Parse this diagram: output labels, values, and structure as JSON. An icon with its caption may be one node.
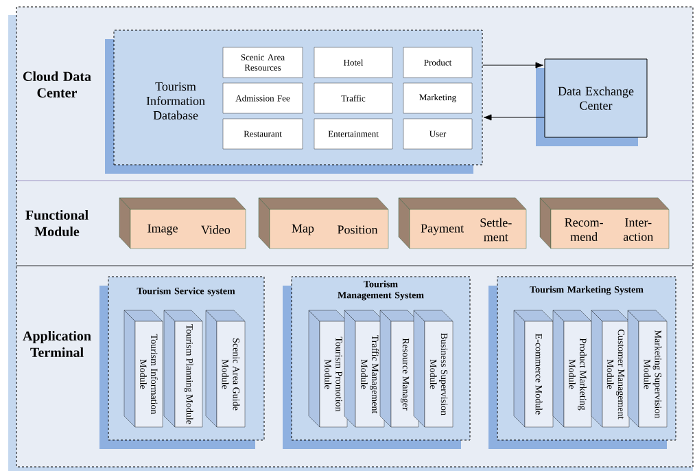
{
  "diagram": {
    "nodes": [
      {
        "text": [
          "Cloud Data Center"
        ]
      },
      {
        "text": [
          "Tourism Information Database"
        ],
        "in": 0
      },
      {
        "text": [
          "Scenic Area Resources"
        ],
        "in": 1
      },
      {
        "text": [
          "Hotel"
        ],
        "in": 1
      },
      {
        "text": [
          "Product"
        ],
        "in": 1
      },
      {
        "text": [
          "Admission Fee"
        ],
        "in": 1
      },
      {
        "text": [
          "Traffic"
        ],
        "in": 1
      },
      {
        "text": [
          "Marketing"
        ],
        "in": 1
      },
      {
        "text": [
          "Restaurant"
        ],
        "in": 1
      },
      {
        "text": [
          "Entertainment"
        ],
        "in": 1
      },
      {
        "text": [
          "User"
        ],
        "in": 1
      },
      {
        "text": [
          "Data Exchange Center"
        ],
        "in": 0
      },
      {
        "text": [
          "Functional Module"
        ]
      },
      {
        "text": [
          "Image",
          "Video"
        ],
        "in": 12
      },
      {
        "text": [
          "Map",
          "Position"
        ],
        "in": 12
      },
      {
        "text": [
          "Payment",
          "Settle- ment"
        ],
        "in": 12
      },
      {
        "text": [
          "Recom- mend",
          "Inter- action"
        ],
        "in": 12
      },
      {
        "text": [
          "Application Terminal"
        ]
      },
      {
        "text": [
          "Tourism Service system"
        ],
        "in": 17
      },
      {
        "text": [
          "Tourism Information Module"
        ],
        "in": 18
      },
      {
        "text": [
          "Tourism Planning Module"
        ],
        "in": 18
      },
      {
        "text": [
          "Scenic Area Guide Module"
        ],
        "in": 18
      },
      {
        "text": [
          "Tourism Management System"
        ],
        "in": 17
      },
      {
        "text": [
          "Tourism Promotion Module"
        ],
        "in": 22
      },
      {
        "text": [
          "Traffic Management Module"
        ],
        "in": 22
      },
      {
        "text": [
          "Resource Manager"
        ],
        "in": 22
      },
      {
        "text": [
          "Business Supervision Module"
        ],
        "in": 22
      },
      {
        "text": [
          "Tourism Marketing System"
        ],
        "in": 17
      },
      {
        "text": [
          "E-commerce Module"
        ],
        "in": 27
      },
      {
        "text": [
          "Product Marketing Module"
        ],
        "in": 27
      },
      {
        "text": [
          "Customer Management Module"
        ],
        "in": 27
      },
      {
        "text": [
          "Marketing Supervision Module"
        ],
        "in": 27
      }
    ],
    "edges": [
      {
        "from": 1,
        "to": 11,
        "arrow": "to"
      },
      {
        "from": 11,
        "to": 1,
        "arrow": "to"
      }
    ]
  }
}
